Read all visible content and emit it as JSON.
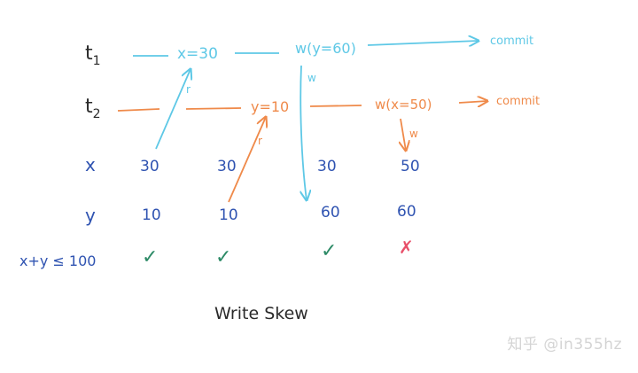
{
  "transactions": {
    "t1": {
      "label": "t1",
      "label_main": "t",
      "label_sub": "1",
      "read": "x=30",
      "write": "w(y=60)",
      "end": "commit",
      "read_edge": "r",
      "write_edge": "w"
    },
    "t2": {
      "label": "t2",
      "label_main": "t",
      "label_sub": "2",
      "read": "y=10",
      "write": "w(x=50)",
      "end": "commit",
      "read_edge": "r",
      "write_edge": "w"
    }
  },
  "rows": [
    {
      "label": "x",
      "values": [
        "30",
        "30",
        "30",
        "50"
      ]
    },
    {
      "label": "y",
      "values": [
        "10",
        "10",
        "60",
        "60"
      ]
    },
    {
      "label": "x+y ≤ 100",
      "values": [
        "✓",
        "✓",
        "✓",
        "✗"
      ]
    }
  ],
  "caption": "Write Skew",
  "watermark": "知乎 @in355hz",
  "colors": {
    "t1": "#5ec8e6",
    "t2": "#ef8a4a",
    "value": "#2f53b1",
    "check": "#2c8a66",
    "cross": "#e8506a",
    "ink": "#2a2a2a"
  }
}
